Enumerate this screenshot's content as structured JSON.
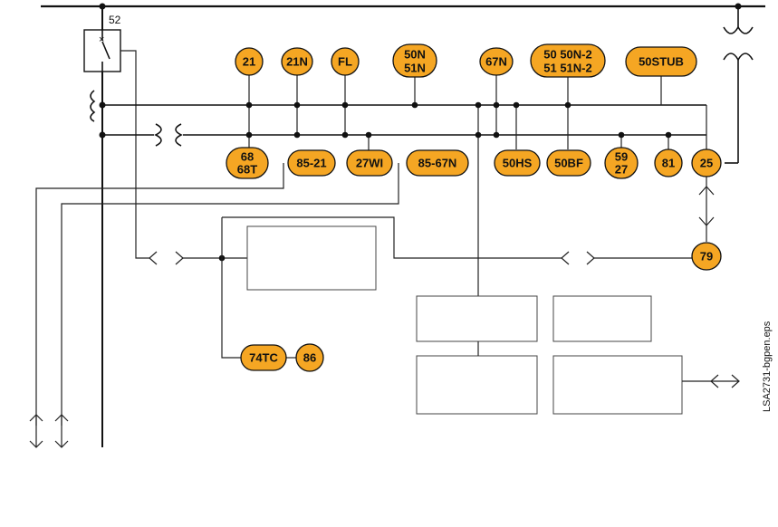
{
  "breaker_label": "52",
  "file_label": "LSA2731-bgpen.eps",
  "colors": {
    "badge_fill": "#f5a623",
    "line": "#111111"
  },
  "badges_top": {
    "f21": "21",
    "f21n": "21N",
    "fl": "FL",
    "f50n_51n_line1": "50N",
    "f50n_51n_line2": "51N",
    "f67n": "67N",
    "f50_51_line1": "50 50N-2",
    "f50_51_line2": "51 51N-2",
    "f50stub": "50STUB"
  },
  "badges_bottom": {
    "f68_line1": "68",
    "f68_line2": "68T",
    "f85_21": "85-21",
    "f27wi": "27WI",
    "f85_67n": "85-67N",
    "f50hs": "50HS",
    "f50bf": "50BF",
    "f59_27_line1": "59",
    "f59_27_line2": "27",
    "f81": "81",
    "f25": "25"
  },
  "badges_other": {
    "f79": "79",
    "f74tc": "74TC",
    "f86": "86"
  },
  "icons": [
    "breaker-switch-icon",
    "current-transformer-icon",
    "voltage-transformer-icon",
    "bidirectional-arrow-icon"
  ]
}
